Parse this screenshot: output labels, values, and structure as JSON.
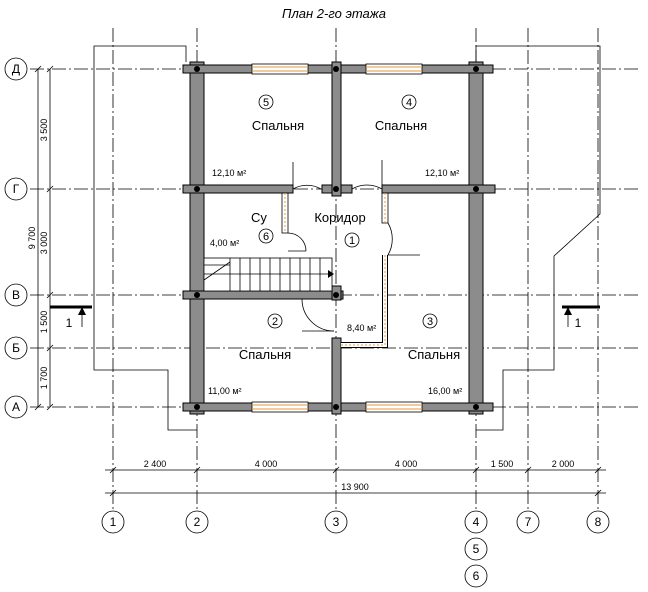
{
  "title": "План 2-го этажа",
  "rooms": [
    {
      "num": "5",
      "name": "Спальня",
      "area": "12,10 м²"
    },
    {
      "num": "4",
      "name": "Спальня",
      "area": "12,10 м²"
    },
    {
      "num": "6",
      "name": "Су",
      "area": "4,00 м²"
    },
    {
      "num": "1",
      "name": "Коридор",
      "area": "8,40 м²"
    },
    {
      "num": "2",
      "name": "Спальня",
      "area": "11,00 м²"
    },
    {
      "num": "3",
      "name": "Спальня",
      "area": "16,00 м²"
    }
  ],
  "axes_rows": [
    "Д",
    "Г",
    "В",
    "Б",
    "А"
  ],
  "axes_cols": [
    "1",
    "2",
    "3",
    "4",
    "5",
    "6",
    "7",
    "8"
  ],
  "dims_left": {
    "d1": "3 500",
    "d2": "3 000",
    "d3": "1 500",
    "d4": "1 700",
    "total": "9 700"
  },
  "dims_bottom": {
    "d1": "2 400",
    "d2": "4 000",
    "d3": "4 000",
    "d4": "1 500",
    "d5": "2 000",
    "total": "13 900"
  },
  "section_mark": "1"
}
